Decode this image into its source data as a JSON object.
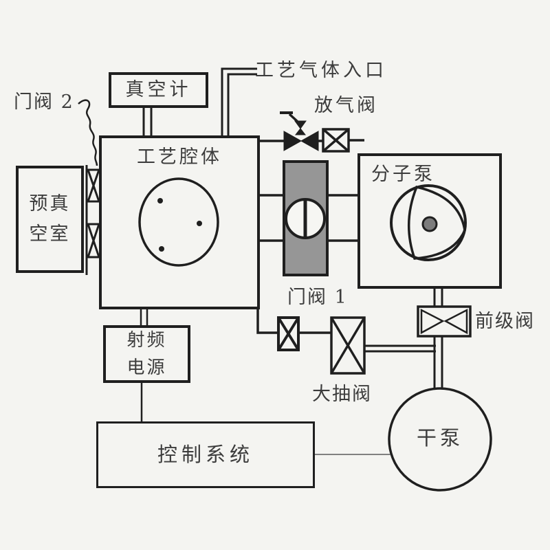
{
  "diagram": {
    "type": "vacuum-process-system-schematic",
    "colors": {
      "background": "#f4f4f1",
      "line": "#1f1f1f",
      "text": "#3c3c3c",
      "gate_valve1_fill": "#969696",
      "rotor_hub_fill": "#7c7c7c"
    },
    "components": {
      "vacuum_gauge": {
        "label": "真空计"
      },
      "gate_valve_2": {
        "label": "门阀 2"
      },
      "pre_vacuum_chamber": {
        "label_line1": "预真",
        "label_line2": "空室"
      },
      "process_chamber": {
        "label": "工艺腔体"
      },
      "gas_inlet": {
        "label": "工艺气体入口"
      },
      "vent_valve": {
        "label": "放气阀"
      },
      "gate_valve_1": {
        "label": "门阀 1"
      },
      "molecular_pump": {
        "label": "分子泵"
      },
      "rf_power": {
        "label_line1": "射频",
        "label_line2": "电源"
      },
      "foreline_valve": {
        "label": "前级阀"
      },
      "main_pump_valve": {
        "label": "大抽阀"
      },
      "dry_pump": {
        "label": "干泵"
      },
      "control_system": {
        "label": "控制系统"
      }
    }
  }
}
